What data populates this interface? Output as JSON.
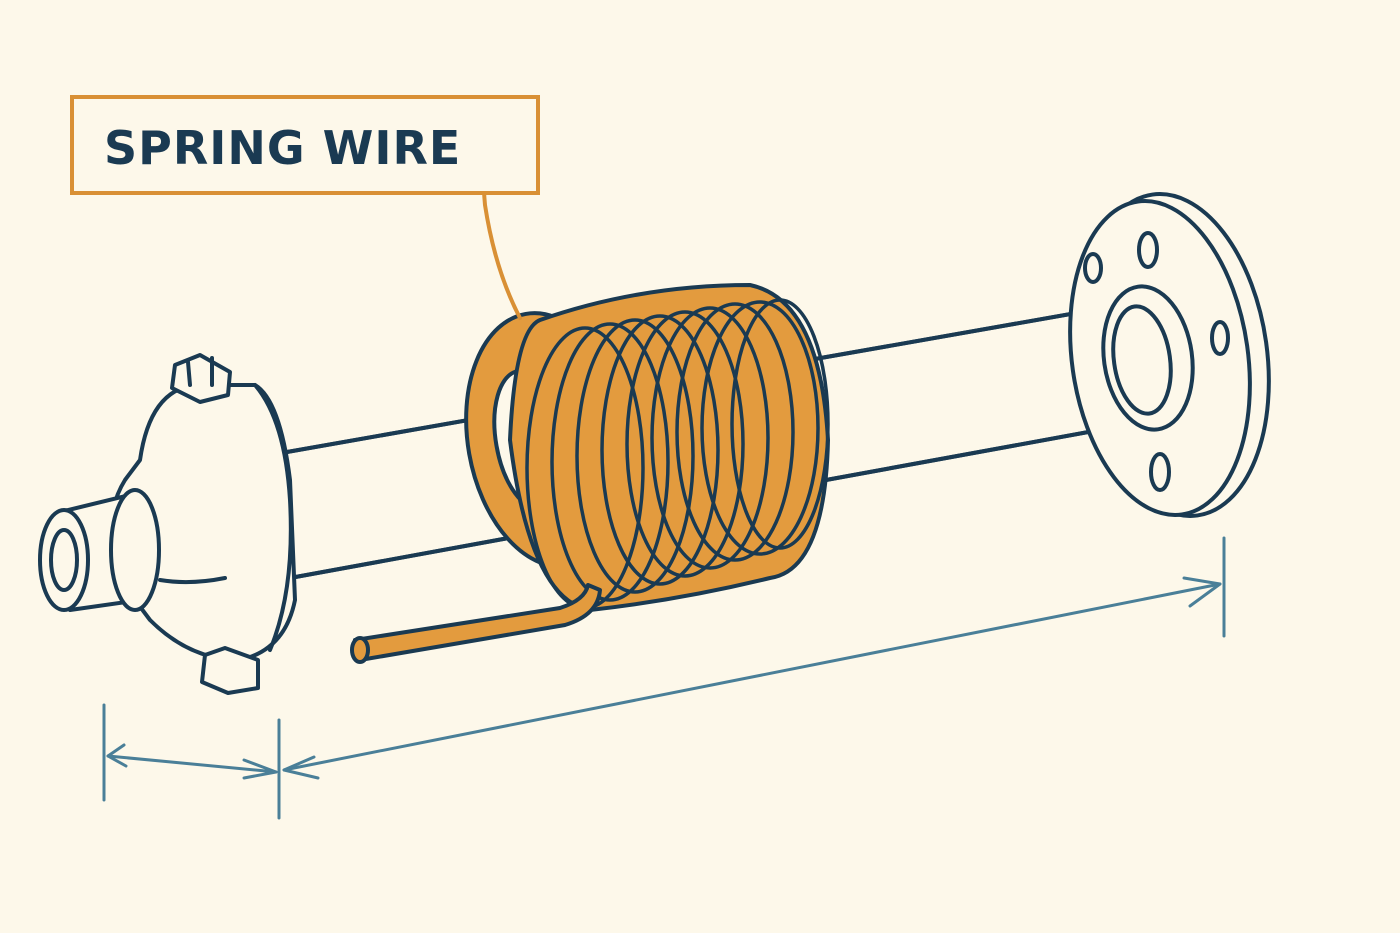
{
  "label": {
    "text": "SPRING WIRE"
  },
  "colors": {
    "background": "#fdf8ea",
    "ink": "#1a3a52",
    "spring": "#e39b3e",
    "leader": "#d99035",
    "dimension": "#4a7f98"
  },
  "parts": [
    {
      "name": "end-bracket",
      "icon": "bearing-bracket-icon"
    },
    {
      "name": "shaft",
      "icon": "shaft-icon"
    },
    {
      "name": "spring",
      "icon": "torsion-spring-icon"
    },
    {
      "name": "mounting-plate",
      "icon": "flange-icon"
    }
  ]
}
